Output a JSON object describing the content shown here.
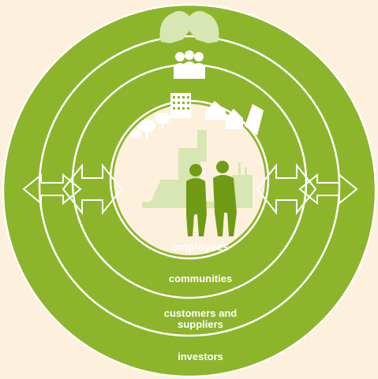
{
  "colors": {
    "background": "#fdf0dd",
    "ring_fill": "#8db52c",
    "ring_stroke": "#ffffff",
    "pale_green": "#d7e6b2",
    "light_green": "#b9d37a",
    "person_green": "#6f9c14"
  },
  "labels": {
    "employees": "employees",
    "communities": "communities",
    "customers_line1": "customers and",
    "customers_line2": "suppliers",
    "investors": "investors"
  },
  "icons": [
    "speech-heads-icon",
    "group-of-people-icon",
    "trees-icon",
    "buildings-icon",
    "factory-icon",
    "two-workers-icon",
    "double-arrow-icon"
  ]
}
